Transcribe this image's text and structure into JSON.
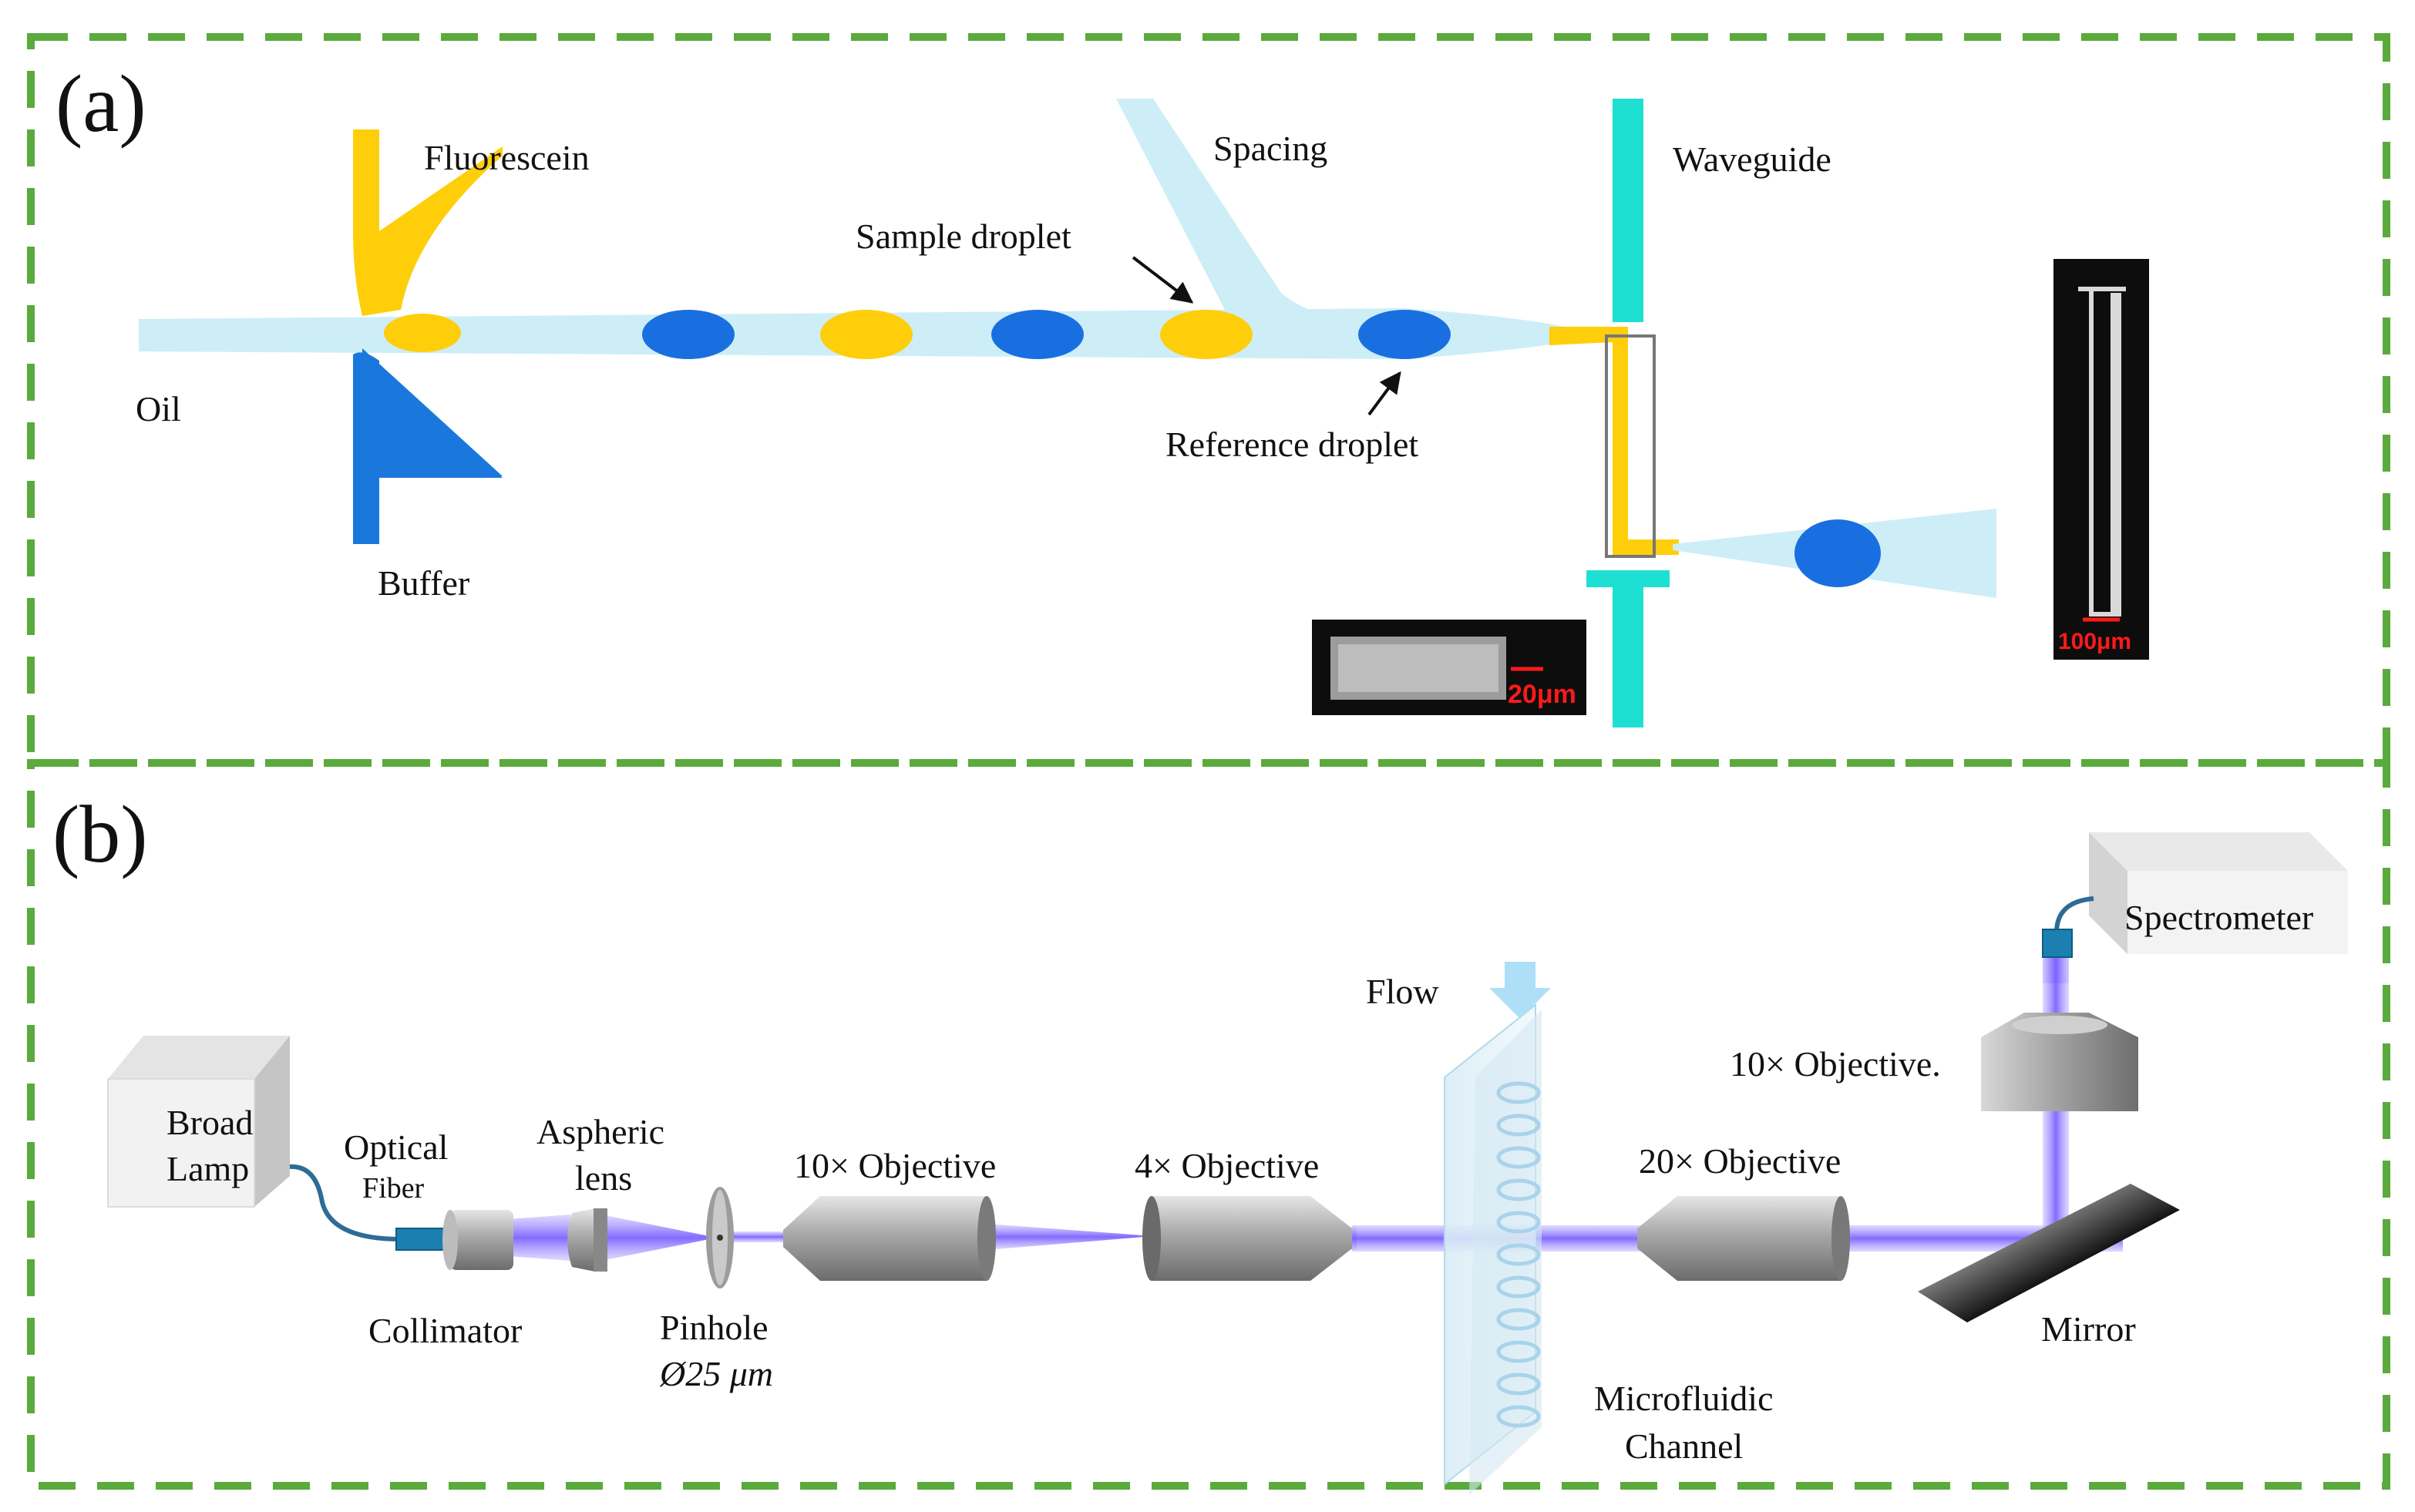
{
  "colors": {
    "frame": "#5aaa3c",
    "oil": "#cdeef7",
    "fluorescein": "#ffce0a",
    "buffer": "#1a78dc",
    "reference_droplet": "#1a6fe0",
    "waveguide": "#1ee0d2",
    "beam": "#8c78ff",
    "component_gray": "#9a9a9a"
  },
  "panel_a": {
    "tag": "(a)",
    "labels": {
      "fluorescein": "Fluorescein",
      "spacing": "Spacing",
      "waveguide": "Waveguide",
      "sample_droplet": "Sample droplet",
      "oil": "Oil",
      "reference_droplet": "Reference droplet",
      "buffer": "Buffer"
    },
    "insets": {
      "small_scale": "20μm",
      "large_scale": "100μm"
    }
  },
  "panel_b": {
    "tag": "(b)",
    "labels": {
      "broad_lamp_line1": "Broad",
      "broad_lamp_line2": "Lamp",
      "optical_line1": "Optical",
      "fiber": "Fiber",
      "aspheric_line1": "Aspheric",
      "aspheric_line2": "lens",
      "collimator": "Collimator",
      "pinhole_line1": "Pinhole",
      "pinhole_line2": "Ø25 μm",
      "objective_10x_a": "10× Objective",
      "objective_4x": "4× Objective",
      "flow": "Flow",
      "objective_20x": "20× Objective",
      "objective_10x_b": "10× Objective.",
      "spectrometer": "Spectrometer",
      "mirror": "Mirror",
      "microfluidic_line1": "Microfluidic",
      "microfluidic_line2": "Channel"
    }
  }
}
